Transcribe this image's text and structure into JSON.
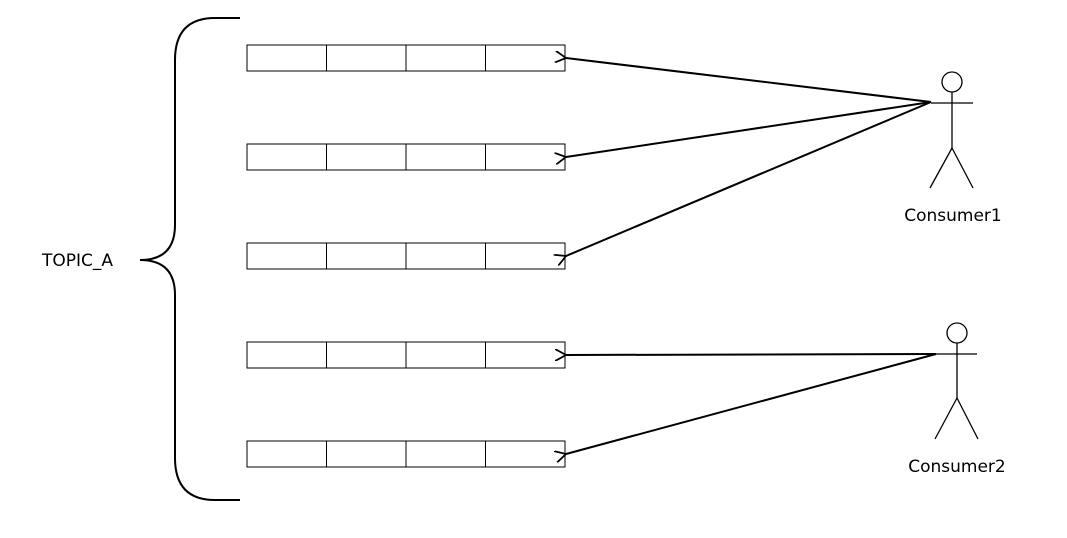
{
  "topic": {
    "label": "TOPIC_A"
  },
  "partitions": [
    {
      "cells": 4
    },
    {
      "cells": 4
    },
    {
      "cells": 4
    },
    {
      "cells": 4
    },
    {
      "cells": 4
    }
  ],
  "consumers": [
    {
      "name": "Consumer1",
      "reads_partitions": [
        0,
        1,
        2
      ]
    },
    {
      "name": "Consumer2",
      "reads_partitions": [
        3,
        4
      ]
    }
  ],
  "colors": {
    "stroke": "#000000",
    "background": "#ffffff"
  }
}
